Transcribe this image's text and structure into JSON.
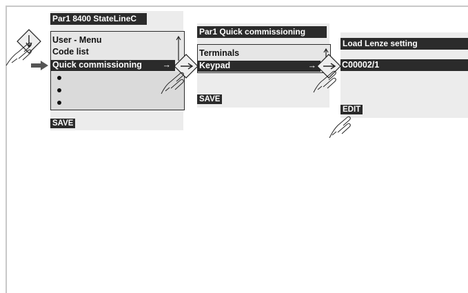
{
  "panel1": {
    "title": "Par1 8400 StateLineC",
    "items": [
      {
        "label": "User - Menu"
      },
      {
        "label": "Code list"
      },
      {
        "label": "Quick commissioning",
        "arrow": "→"
      }
    ],
    "save": "SAVE"
  },
  "panel2": {
    "title": "Par1 Quick commissioning",
    "items": [
      {
        "label": "Terminals"
      },
      {
        "label": "Keypad",
        "arrow": "→"
      }
    ],
    "save": "SAVE"
  },
  "panel3": {
    "title": "Load Lenze setting",
    "code": "C00002/1",
    "edit": "EDIT"
  },
  "icons": {
    "down_key": "down-key-icon",
    "right_key": "right-key-icon",
    "hand": "hand-pointer-icon",
    "pointer_arrow": "pointer-arrow-icon"
  },
  "colors": {
    "highlight": "#2b2b2b",
    "panel_bg": "#ececec",
    "text_on_dark": "#ffffff"
  }
}
